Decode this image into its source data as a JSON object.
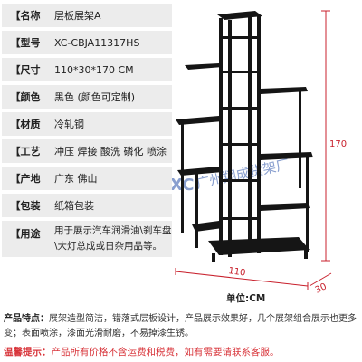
{
  "specs": [
    {
      "label": "【名称",
      "value": "层板展架A"
    },
    {
      "label": "【型号",
      "value": "XC-CBJA11317HS"
    },
    {
      "label": "【尺寸",
      "value": "110*30*170 CM"
    },
    {
      "label": "【颜色",
      "value": "黑色 (颜色可定制)"
    },
    {
      "label": "【材质",
      "value": "冷轧钢"
    },
    {
      "label": "【工艺",
      "value": "冲压 焊接 酸洗 磷化 喷涂"
    },
    {
      "label": "【产地",
      "value": "广东 佛山"
    },
    {
      "label": "【包装",
      "value": "纸箱包装"
    },
    {
      "label": "【用途",
      "value": "用于展示汽车润滑油\\刹车盘\\大灯总成或日杂用品等。"
    }
  ],
  "dimensions": {
    "height": "170",
    "width": "110",
    "depth": "30"
  },
  "watermark": {
    "logo": "XC",
    "text": "广州翔成货架厂"
  },
  "unit_note": "单位:CM",
  "features": {
    "label": "产品特点：",
    "text": "展架造型简洁，错落式层板设计，产品展示效果好，几个展架组合展示也更多变；表面喷涂，漆面光滑耐磨，不易掉漆生锈。"
  },
  "tip": {
    "label": "温馨提示：",
    "text": "产品所有价格不含运费和税费，如有需要请联系客服。"
  },
  "colors": {
    "accent": "#c8202c",
    "row_bg": "#ececec",
    "shelf": "#151515"
  }
}
